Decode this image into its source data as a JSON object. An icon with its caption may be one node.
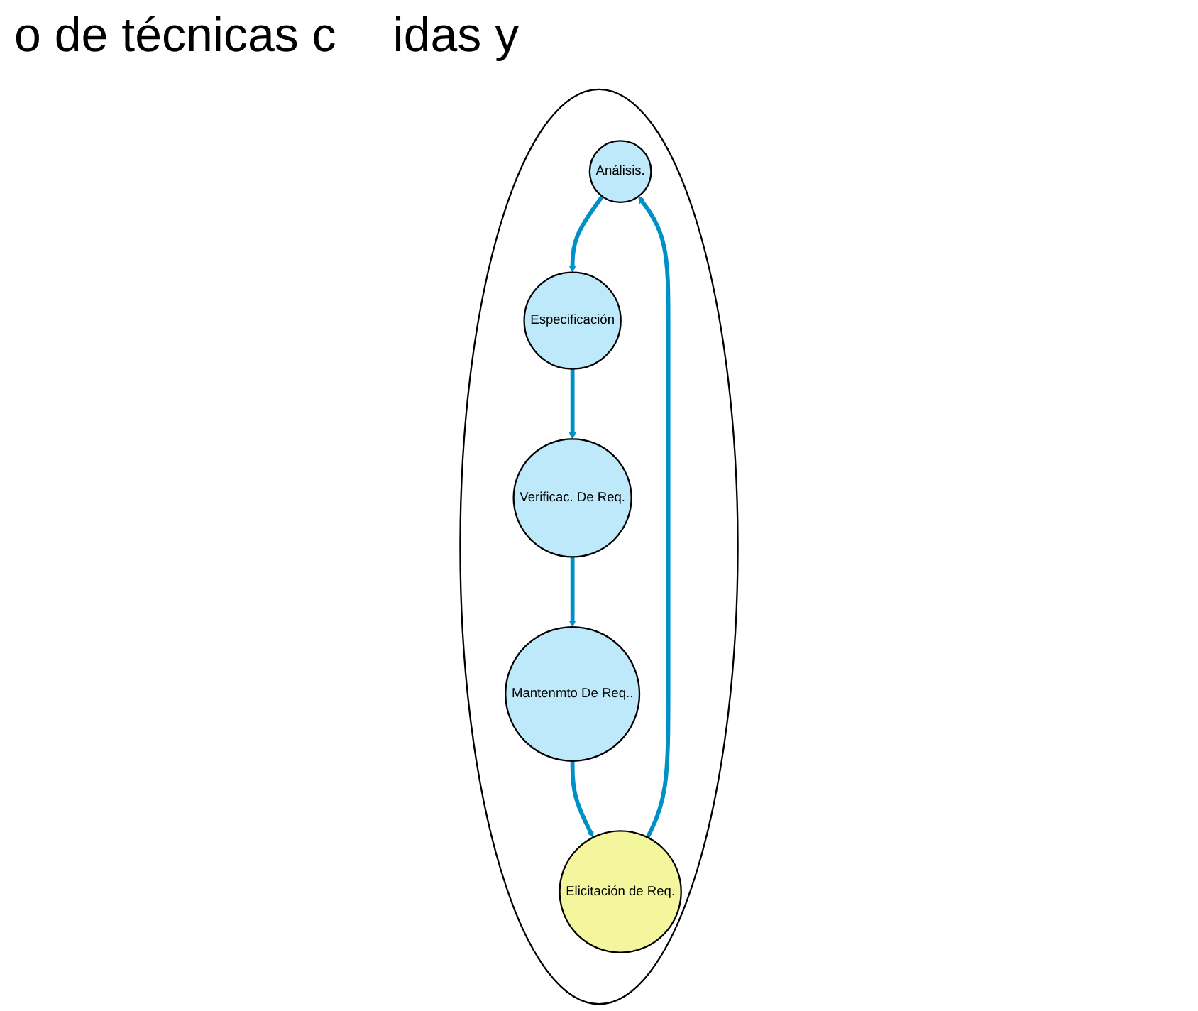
{
  "diagram": {
    "nodes": [
      {
        "text": [],
        "shape": "circle"
      },
      {
        "text": [
          "Análisis."
        ],
        "in": 0
      },
      {
        "text": [
          "Elicitación de Req."
        ],
        "in": 0
      },
      {
        "text": [
          "Especificación"
        ],
        "in": 0
      },
      {
        "text": [
          "Mantenmto De Req.."
        ],
        "in": 0
      },
      {
        "text": [
          "Verificac. De Req."
        ],
        "in": 0
      }
    ],
    "edges": [
      {
        "from": 2,
        "to": 1,
        "arrow": "to"
      },
      {
        "from": 1,
        "to": 3,
        "arrow": "to"
      },
      {
        "from": 3,
        "to": 5,
        "arrow": "to"
      },
      {
        "from": 5,
        "to": 4,
        "arrow": "to"
      },
      {
        "from": 4,
        "to": 2,
        "arrow": "to"
      }
    ],
    "labels": [
      "o de técnicas c",
      "idas y"
    ]
  }
}
